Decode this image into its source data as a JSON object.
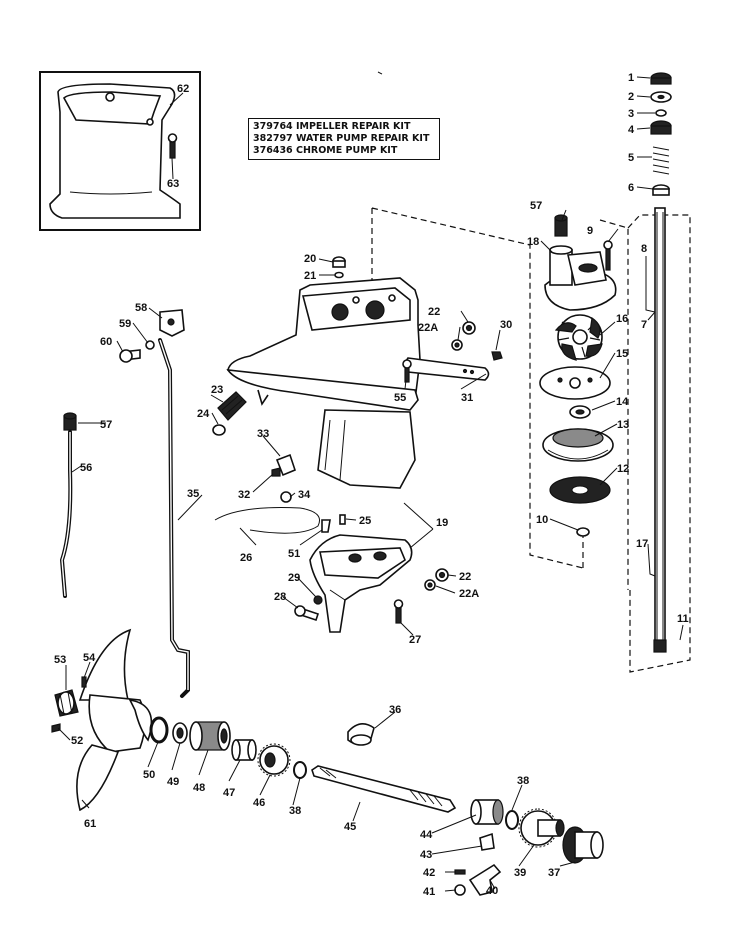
{
  "kit_list": [
    {
      "part_no": "379764",
      "description": "IMPELLER REPAIR KIT"
    },
    {
      "part_no": "382797",
      "description": "WATER PUMP REPAIR KIT"
    },
    {
      "part_no": "376436",
      "description": "CHROME PUMP KIT"
    }
  ],
  "callouts": [
    "1",
    "2",
    "3",
    "4",
    "5",
    "6",
    "7",
    "8",
    "9",
    "10",
    "11",
    "12",
    "13",
    "14",
    "15",
    "16",
    "17",
    "18",
    "19",
    "20",
    "21",
    "22",
    "22A",
    "22",
    "22A",
    "23",
    "24",
    "25",
    "26",
    "27",
    "28",
    "29",
    "30",
    "31",
    "32",
    "33",
    "34",
    "35",
    "36",
    "37",
    "38",
    "38",
    "39",
    "40",
    "41",
    "42",
    "43",
    "44",
    "45",
    "46",
    "47",
    "48",
    "49",
    "50",
    "51",
    "52",
    "53",
    "54",
    "55",
    "56",
    "57",
    "57",
    "58",
    "59",
    "60",
    "61",
    "62",
    "63"
  ]
}
